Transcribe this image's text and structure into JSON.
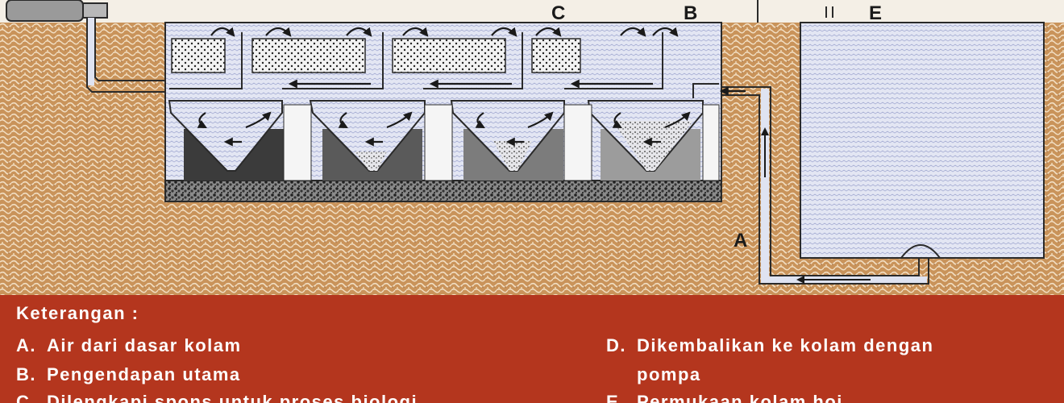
{
  "labels": {
    "A": "A",
    "B": "B",
    "C": "C",
    "E": "E"
  },
  "legend": {
    "title": "Keterangan :",
    "items": [
      {
        "key": "A.",
        "text": "Air dari dasar kolam"
      },
      {
        "key": "B.",
        "text": "Pengendapan utama"
      },
      {
        "key": "C.",
        "text": "Dilengkapi spons untuk proses biologi"
      },
      {
        "key": "D.",
        "text": "Dikembalikan ke kolam dengan"
      },
      {
        "key": "",
        "text": "pompa"
      },
      {
        "key": "E.",
        "text": "Permukaan kolam hoi"
      }
    ]
  },
  "colors": {
    "soil": "#c9935a",
    "water": "#dfe3f1",
    "legend_bg": "#b4361e",
    "outline": "#2a2a2a"
  }
}
